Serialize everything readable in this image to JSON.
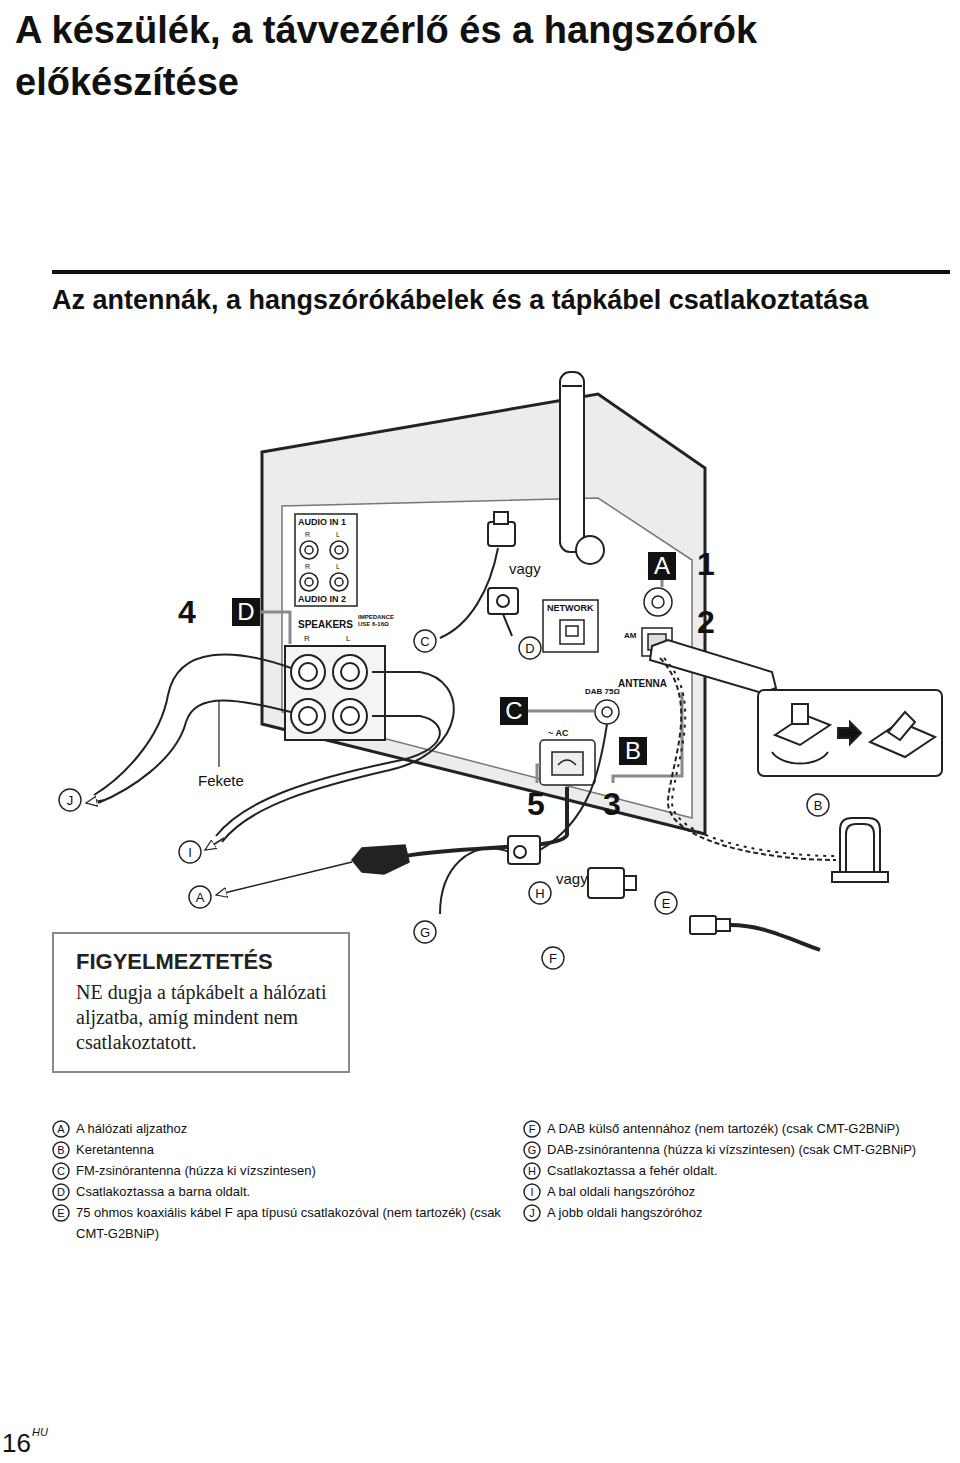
{
  "diagram": {
    "title": "A készülék, a távvezérlő és a hangszórók előkészítése",
    "nodes": [
      {
        "text": [
          "D"
        ]
      },
      {
        "text": [
          "A"
        ]
      },
      {
        "text": [
          "C"
        ]
      },
      {
        "text": [
          "D"
        ]
      },
      {
        "text": [
          "C"
        ]
      },
      {
        "text": [
          "B"
        ]
      },
      {
        "text": [
          "J"
        ]
      },
      {
        "text": [
          "B"
        ]
      },
      {
        "text": [
          "I"
        ]
      },
      {
        "text": [
          "A"
        ]
      },
      {
        "text": [
          "H"
        ]
      },
      {
        "text": [
          "E"
        ]
      },
      {
        "text": [
          "G"
        ]
      },
      {
        "text": [
          "F"
        ]
      },
      {
        "text": [
          "FIGYELMEZTETÉS",
          "NE dugja a tápkábelt a hálózati aljzatba, amíg mindent nem csatlakoztatott."
        ]
      },
      {
        "text": [
          "A"
        ]
      },
      {
        "text": [
          "B"
        ]
      },
      {
        "text": [
          "C"
        ]
      },
      {
        "text": [
          "D"
        ]
      },
      {
        "text": [
          "E"
        ]
      },
      {
        "text": [
          "F"
        ]
      },
      {
        "text": [
          "G"
        ]
      },
      {
        "text": [
          "H"
        ]
      },
      {
        "text": [
          "I"
        ]
      },
      {
        "text": [
          "J"
        ]
      }
    ],
    "labels": [
      "Az antennák, a hangszórókábelek és a tápkábel csatlakoztatása",
      "4",
      "vagy",
      "1",
      "2",
      "5",
      "3",
      "Fekete",
      "vagy",
      "AUDIO IN 1",
      "R",
      "L",
      "R",
      "L",
      "AUDIO IN 2",
      "SPEAKERS",
      "IMPEDANCE USE 6-16Ω",
      "R",
      "L",
      "NETWORK",
      "AM",
      "ANTENNA",
      "DAB 75Ω",
      "~ AC",
      "A hálózati aljzathoz",
      "Keretantenna",
      "FM-zsinórantenna (húzza ki vízszintesen)",
      "Csatlakoztassa a barna oldalt.",
      "75 ohmos koaxiális kábel F apa típusú csatlakozóval (nem tartozék) (csak CMT-G2BNiP)",
      "A DAB külső antennához (nem tartozék) (csak CMT-G2BNiP)",
      "DAB-zsinórantenna (húzza ki vízszintesen) (csak CMT-G2BNiP)",
      "Csatlakoztassa a fehér oldalt.",
      "A bal oldali hangszóróhoz",
      "A jobb oldali hangszóróhoz",
      "16",
      "HU"
    ]
  }
}
